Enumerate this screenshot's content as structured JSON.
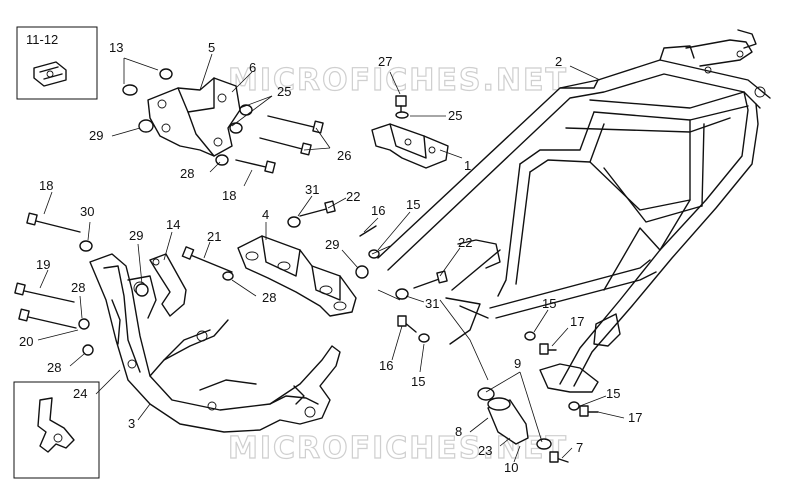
{
  "watermarks": [
    "MICROFICHES.NET",
    "MICROFICHES.NET"
  ],
  "inset_labels": {
    "top_left": "11-12",
    "bottom_left": "24"
  },
  "callouts": {
    "c13": "13",
    "c5": "5",
    "c6": "6",
    "c25a": "25",
    "c29a": "29",
    "c26": "26",
    "c28a": "28",
    "c18a": "18",
    "c27": "27",
    "c25b": "25",
    "c1": "1",
    "c2": "2",
    "c18b": "18",
    "c30": "30",
    "c19": "19",
    "c28b": "28",
    "c20": "20",
    "c28c": "28",
    "c29b": "29",
    "c14": "14",
    "c21": "21",
    "c4": "4",
    "c28d": "28",
    "c31a": "31",
    "c22a": "22",
    "c16a": "16",
    "c15a": "15",
    "c29c": "29",
    "c22b": "22",
    "c31b": "31",
    "c16b": "16",
    "c15b": "15",
    "c15c": "15",
    "c17a": "17",
    "c9": "9",
    "c8": "8",
    "c23": "23",
    "c10": "10",
    "c7": "7",
    "c15d": "15",
    "c17b": "17",
    "c3": "3"
  }
}
